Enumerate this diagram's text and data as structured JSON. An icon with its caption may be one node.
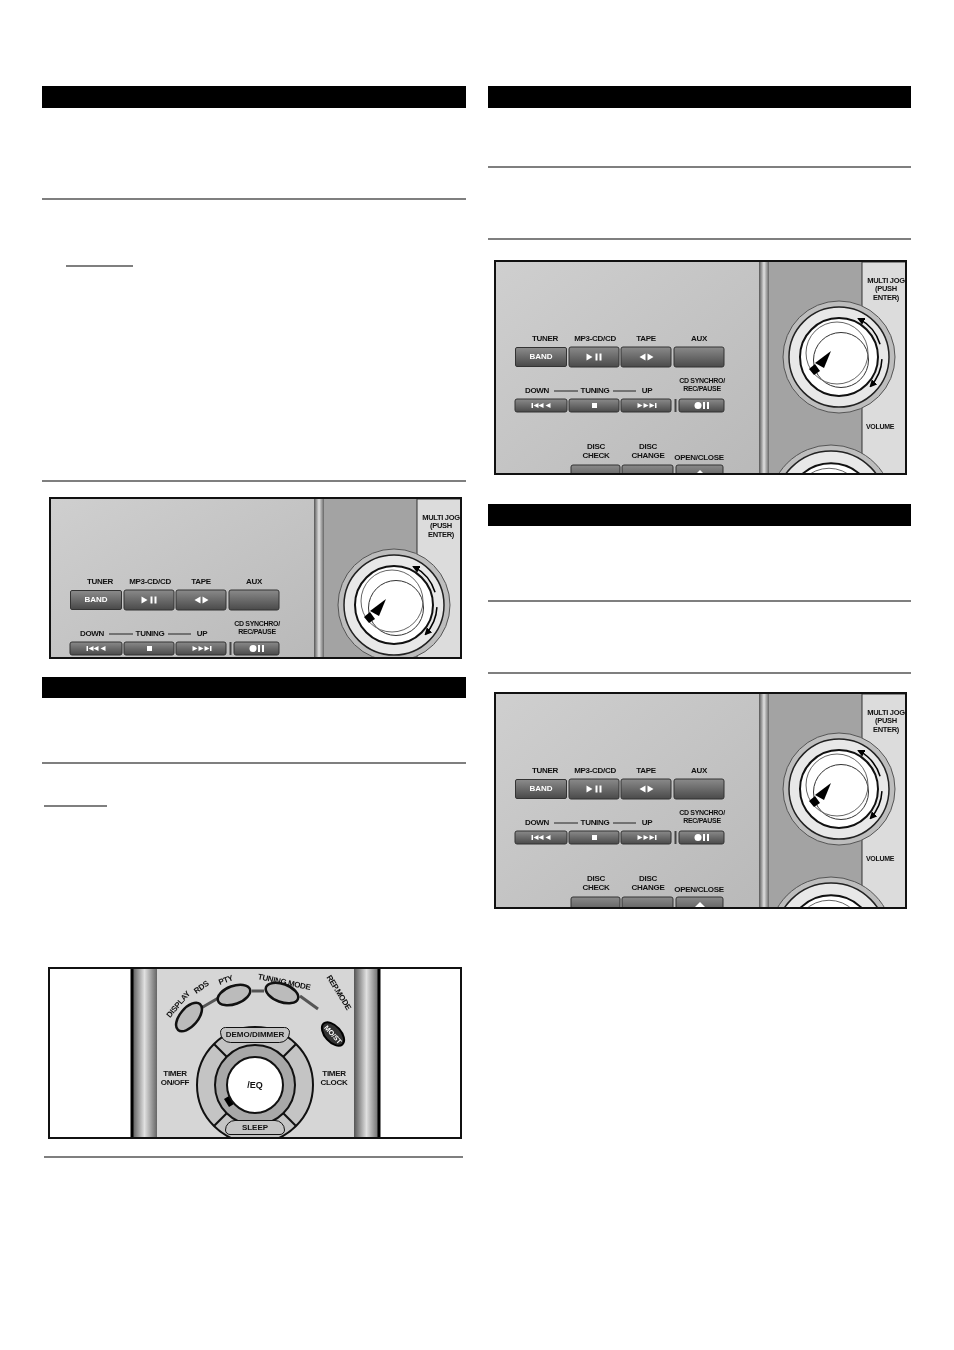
{
  "diagram": {
    "nodes": [
      {
        "text": [
          "BAND"
        ]
      },
      {
        "text": [
          "MO/ST"
        ]
      },
      {
        "text": [
          "DEMO/DIMMER"
        ]
      },
      {
        "text": [
          "/EQ"
        ]
      },
      {
        "text": [
          "SLEEP"
        ]
      },
      {
        "text": [
          "BAND"
        ]
      },
      {
        "text": [
          "BAND"
        ]
      }
    ],
    "labels": [
      "MULTI JOG (PUSH ENTER)",
      "TUNER",
      "MP3-CD/CD",
      "TAPE",
      "AUX",
      "DOWN",
      "TUNING",
      "UP",
      "CD SYNCHRO/ REC/PAUSE",
      "DISPLAY",
      "RDS",
      "PTY",
      "TUNING MODE",
      "REP.MODE",
      "TIMER ON/OFF",
      "TIMER CLOCK",
      "MULTI JOG (PUSH ENTER)",
      "TUNER",
      "MP3-CD/CD",
      "TAPE",
      "AUX",
      "DOWN",
      "TUNING",
      "UP",
      "CD SYNCHRO/ REC/PAUSE",
      "VOLUME",
      "DISC CHECK",
      "DISC CHANGE",
      "OPEN/CLOSE",
      "MULTI JOG (PUSH ENTER)",
      "TUNER",
      "MP3-CD/CD",
      "TAPE",
      "AUX",
      "DOWN",
      "TUNING",
      "UP",
      "CD SYNCHRO/ REC/PAUSE",
      "VOLUME",
      "DISC CHECK",
      "DISC CHANGE",
      "OPEN/CLOSE"
    ]
  }
}
